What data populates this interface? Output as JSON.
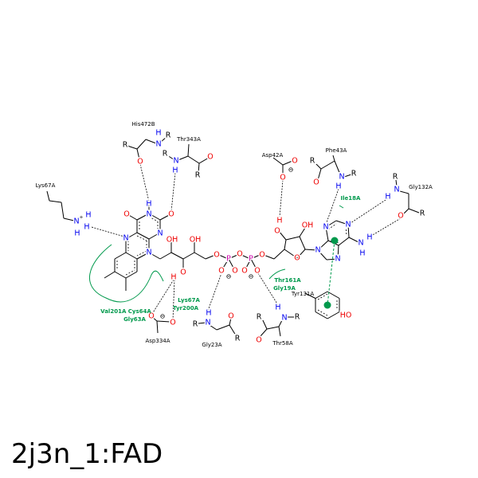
{
  "title": "2j3n_1:FAD",
  "atoms": {
    "O": "O",
    "N": "N",
    "H": "H",
    "R": "R",
    "P": "P",
    "OH": "OH",
    "HO": "HO",
    "minus": "⊖",
    "plus": "+"
  },
  "residues": {
    "his472b": "His472B",
    "thr343a": "Thr343A",
    "lys67a": "Lys67A",
    "asp334a": "Asp334A",
    "gly23a": "Gly23A",
    "thr58a": "Thr58A",
    "asp42a": "Asp42A",
    "phe43a": "Phe43A",
    "gly132a": "Gly132A",
    "tyr131a": "Tyr131A"
  },
  "hydrophobic": {
    "val201a_cys64a": "Val201A Cys64A",
    "gly63a": "Gly63A",
    "lys67a": "Lys67A",
    "tyr200a": "Tyr200A",
    "thr161a": "Thr161A",
    "gly19a": "Gly19A",
    "ile18a": "Ile18A"
  },
  "colors": {
    "O": "#ee0000",
    "N": "#0000ee",
    "P": "#cc00aa",
    "hydrophobic": "#00994c",
    "bond": "#000000"
  }
}
